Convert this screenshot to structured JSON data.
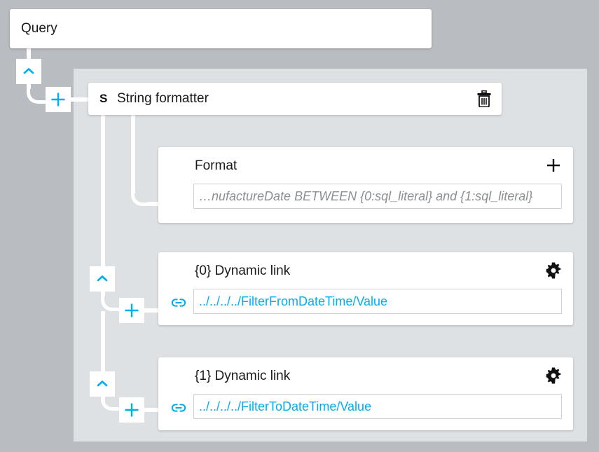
{
  "canvas": {
    "background_color": "#b9bcc0",
    "panel_background_color": "#dde1e3",
    "accent_color": "#00aeef",
    "link_text_color": "#00aeef",
    "placeholder_text_color": "#8a8f93"
  },
  "query_node": {
    "title": "Query"
  },
  "string_formatter_node": {
    "badge": "S",
    "title": "String formatter",
    "delete_icon": "trash-icon"
  },
  "properties": [
    {
      "id": "format",
      "label": "Format",
      "action_icon": "plus-icon",
      "field": {
        "value": "…nufactureDate BETWEEN {0:sql_literal} and {1:sql_literal}",
        "style": "placeholder",
        "has_link_icon": false
      }
    },
    {
      "id": "dynamic-link-0",
      "label": "{0} Dynamic link",
      "action_icon": "gear-icon",
      "field": {
        "value": "../../../../FilterFromDateTime/Value",
        "style": "link",
        "has_link_icon": true,
        "link_icon": "chain-link-icon"
      }
    },
    {
      "id": "dynamic-link-1",
      "label": "{1} Dynamic link",
      "action_icon": "gear-icon",
      "field": {
        "value": "../../../../FilterToDateTime/Value",
        "style": "link",
        "has_link_icon": true,
        "link_icon": "chain-link-icon"
      }
    }
  ],
  "connector_buttons": [
    {
      "id": "chevron-top",
      "icon": "chevron-up-icon",
      "color": "#00aeef"
    },
    {
      "id": "plus-string-formatter",
      "icon": "plus-icon",
      "color": "#00aeef"
    },
    {
      "id": "chevron-dynamic-link-0",
      "icon": "chevron-up-icon",
      "color": "#00aeef"
    },
    {
      "id": "plus-dynamic-link-0",
      "icon": "plus-icon",
      "color": "#00aeef"
    },
    {
      "id": "chevron-dynamic-link-1",
      "icon": "chevron-up-icon",
      "color": "#00aeef"
    },
    {
      "id": "plus-dynamic-link-1",
      "icon": "plus-icon",
      "color": "#00aeef"
    }
  ]
}
